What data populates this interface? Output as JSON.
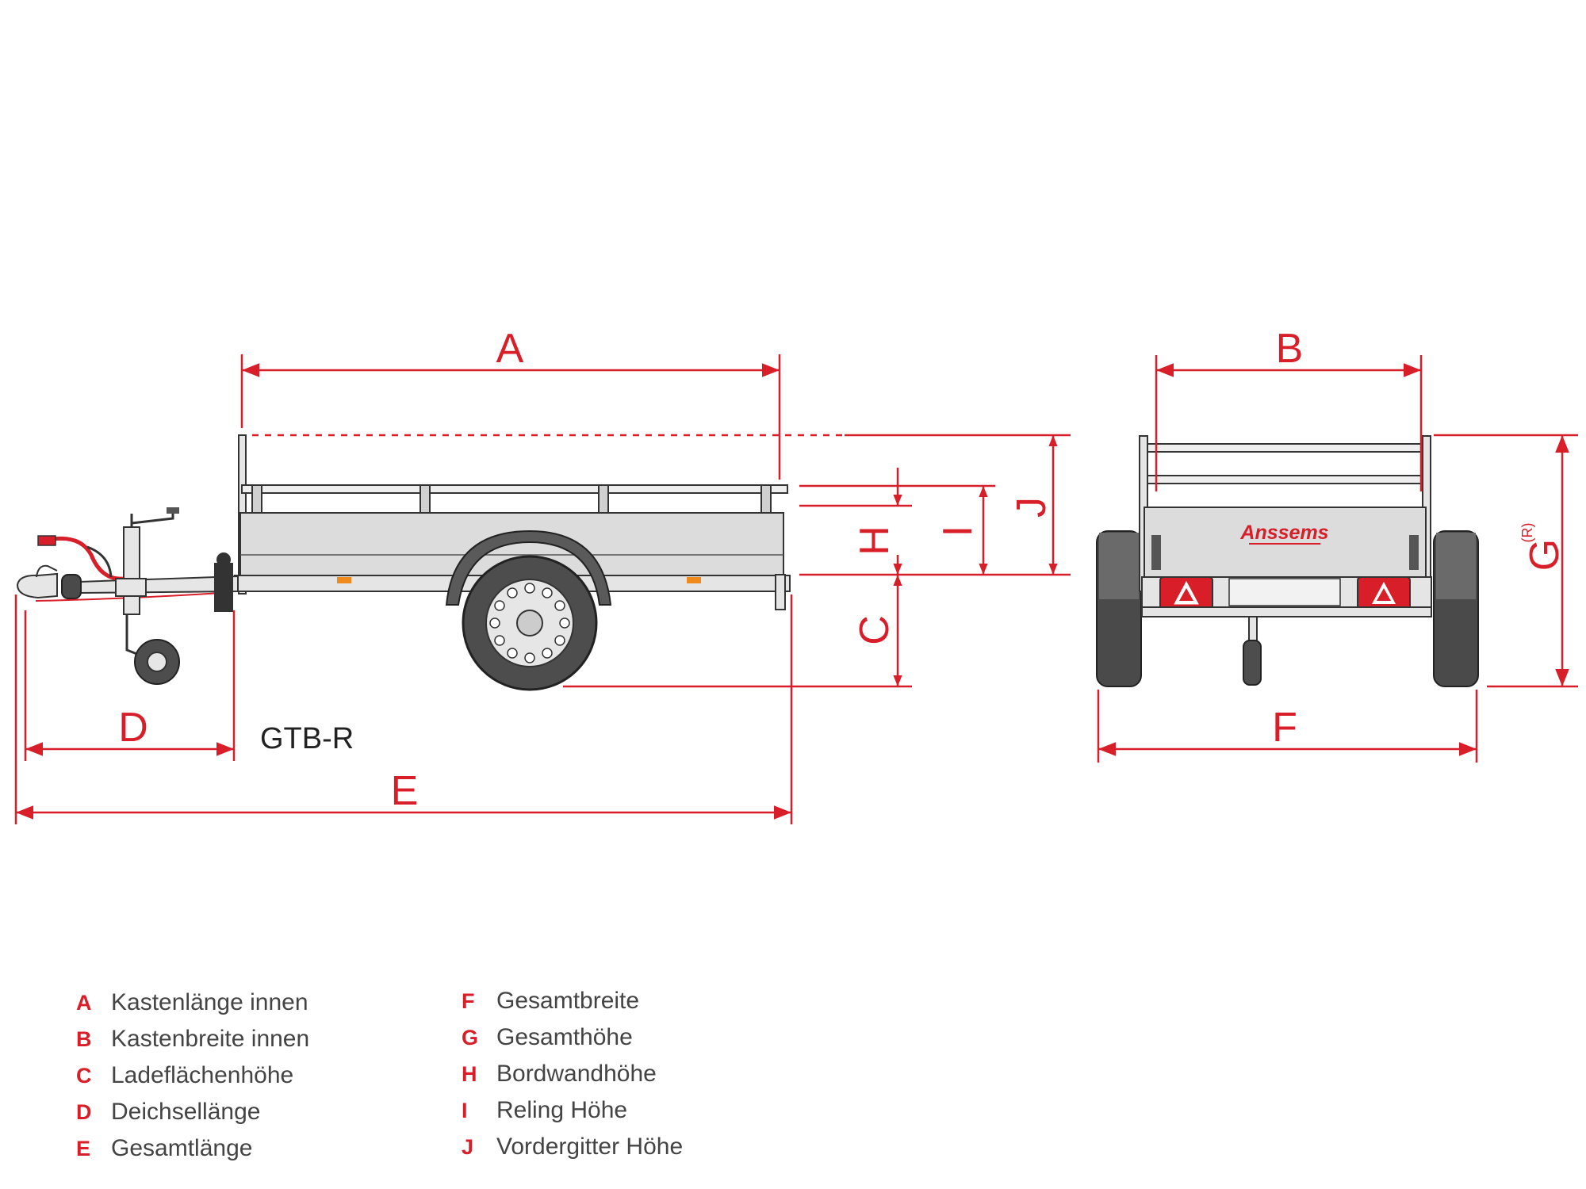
{
  "model": "GTB-R",
  "brand": "Anssems",
  "dimension_letters": {
    "A": "A",
    "B": "B",
    "C": "C",
    "D": "D",
    "E": "E",
    "F": "F",
    "G": "G",
    "G_sup": "(R)",
    "H": "H",
    "I": "I",
    "J": "J"
  },
  "legend_left": [
    {
      "letter": "A",
      "label": "Kastenlänge innen"
    },
    {
      "letter": "B",
      "label": "Kastenbreite innen"
    },
    {
      "letter": "C",
      "label": "Ladeflächenhöhe"
    },
    {
      "letter": "D",
      "label": "Deichsellänge"
    },
    {
      "letter": "E",
      "label": "Gesamtlänge"
    }
  ],
  "legend_right": [
    {
      "letter": "F",
      "label": "Gesamtbreite"
    },
    {
      "letter": "G",
      "label": "Gesamthöhe"
    },
    {
      "letter": "H",
      "label": "Bordwandhöhe"
    },
    {
      "letter": "I",
      "label": "Reling Höhe"
    },
    {
      "letter": "J",
      "label": "Vordergitter Höhe"
    }
  ],
  "colors": {
    "accent": "#d81e28",
    "line": "#333333",
    "body": "#d9d9d9",
    "tire": "#4a4a4a"
  }
}
